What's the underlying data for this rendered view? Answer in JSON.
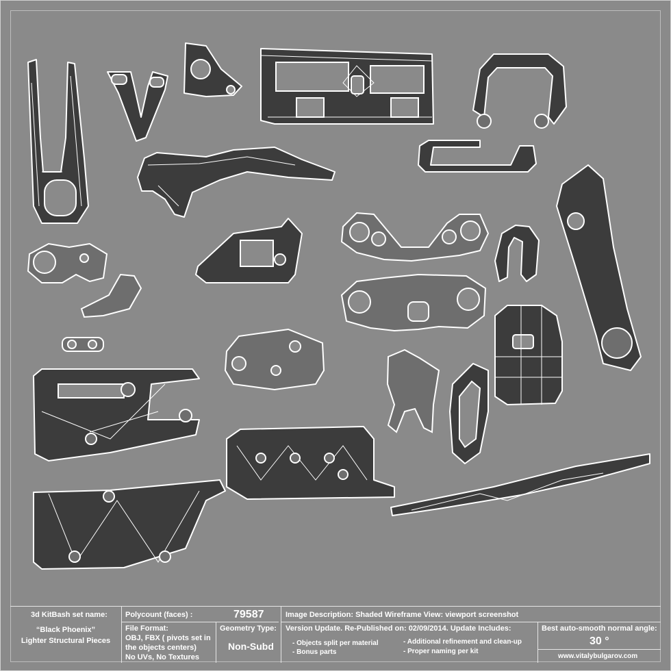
{
  "set": {
    "label": "3d KitBash set name:",
    "name_line1": "“Black Phoenix”",
    "name_line2": "Lighter Structural Pieces"
  },
  "polycount": {
    "label": "Polycount (faces) :",
    "value": "79587"
  },
  "file_format": {
    "label": "File Format:",
    "line1": "OBJ, FBX ( pivots set in",
    "line2": "the objects centers)",
    "line3": "No UVs, No Textures"
  },
  "geometry": {
    "label": "Geometry Type:",
    "value": "Non-Subd"
  },
  "description": "Image Description: Shaded Wireframe View: viewport screenshot",
  "version": "Version Update. Re-Published on: 02/09/2014. Update Includes:",
  "updates": {
    "col1": [
      "-   Objects split per material",
      "-   Bonus parts"
    ],
    "col2": [
      "-   Additional refinement and clean-up",
      "- Proper naming per kit"
    ]
  },
  "smooth_angle": {
    "label": "Best auto-smooth normal angle:",
    "value": "30 °"
  },
  "website": "www.vitalybulgarov.com"
}
